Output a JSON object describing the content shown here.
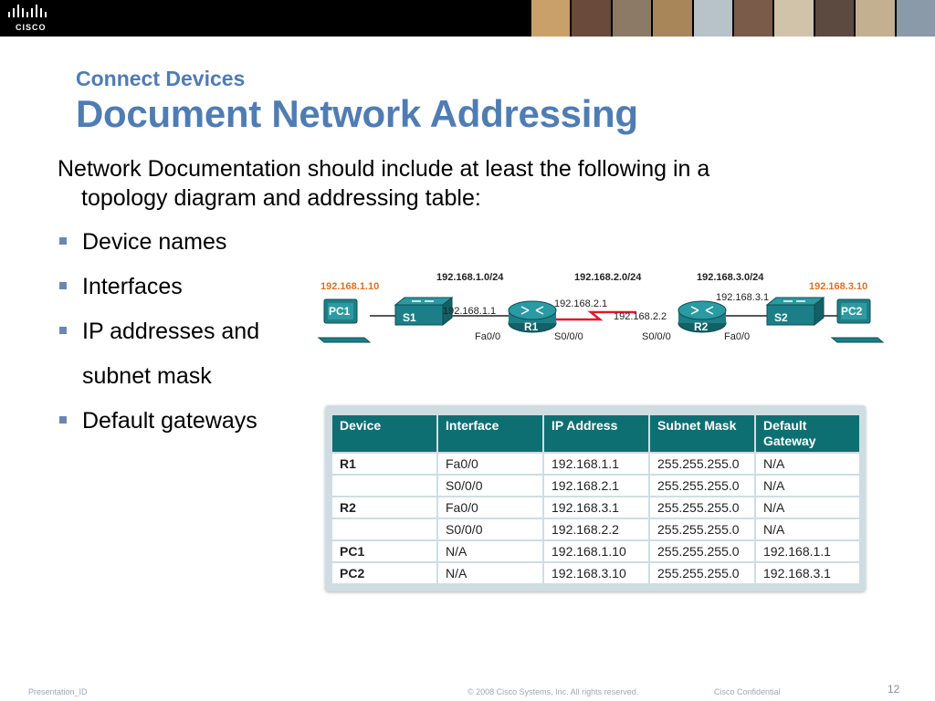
{
  "header": {
    "logo_text": "CISCO",
    "photo_colors": [
      "#c9a06a",
      "#6a4a3a",
      "#8c7a66",
      "#a8865a",
      "#b7c2c9",
      "#7a5a48",
      "#d0c3aa",
      "#5c4a40",
      "#c2b090",
      "#8a9aa8"
    ]
  },
  "slide": {
    "subtitle": "Connect Devices",
    "title": "Document Network Addressing",
    "intro_line1": "Network Documentation should include at least the following in a",
    "intro_line2": "topology diagram and addressing table:",
    "bullets": [
      "Device names",
      "Interfaces",
      "IP addresses and",
      "subnet mask",
      "Default gateways"
    ]
  },
  "topology": {
    "networks": [
      "192.168.1.0/24",
      "192.168.2.0/24",
      "192.168.3.0/24"
    ],
    "pc1": {
      "label": "PC1",
      "ip": "192.168.1.10"
    },
    "pc2": {
      "label": "PC2",
      "ip": "192.168.3.10"
    },
    "s1": "S1",
    "s2": "S2",
    "r1": {
      "label": "R1",
      "lan_ip": "192.168.1.1",
      "wan_ip": "192.168.2.1",
      "fa": "Fa0/0",
      "serial": "S0/0/0"
    },
    "r2": {
      "label": "R2",
      "lan_ip": "192.168.3.1",
      "wan_ip": "192.168.2.2",
      "fa": "Fa0/0",
      "serial": "S0/0/0"
    }
  },
  "table": {
    "headers": [
      "Device",
      "Interface",
      "IP Address",
      "Subnet Mask",
      "Default Gateway"
    ],
    "rows": [
      [
        "R1",
        "Fa0/0",
        "192.168.1.1",
        "255.255.255.0",
        "N/A"
      ],
      [
        "",
        "S0/0/0",
        "192.168.2.1",
        "255.255.255.0",
        "N/A"
      ],
      [
        "R2",
        "Fa0/0",
        "192.168.3.1",
        "255.255.255.0",
        "N/A"
      ],
      [
        "",
        "S0/0/0",
        "192.168.2.2",
        "255.255.255.0",
        "N/A"
      ],
      [
        "PC1",
        "N/A",
        "192.168.1.10",
        "255.255.255.0",
        "192.168.1.1"
      ],
      [
        "PC2",
        "N/A",
        "192.168.3.10",
        "255.255.255.0",
        "192.168.3.1"
      ]
    ]
  },
  "footer": {
    "presentation_id": "Presentation_ID",
    "copyright": "© 2008 Cisco Systems, Inc. All rights reserved.",
    "confidential": "Cisco Confidential",
    "page": "12"
  }
}
